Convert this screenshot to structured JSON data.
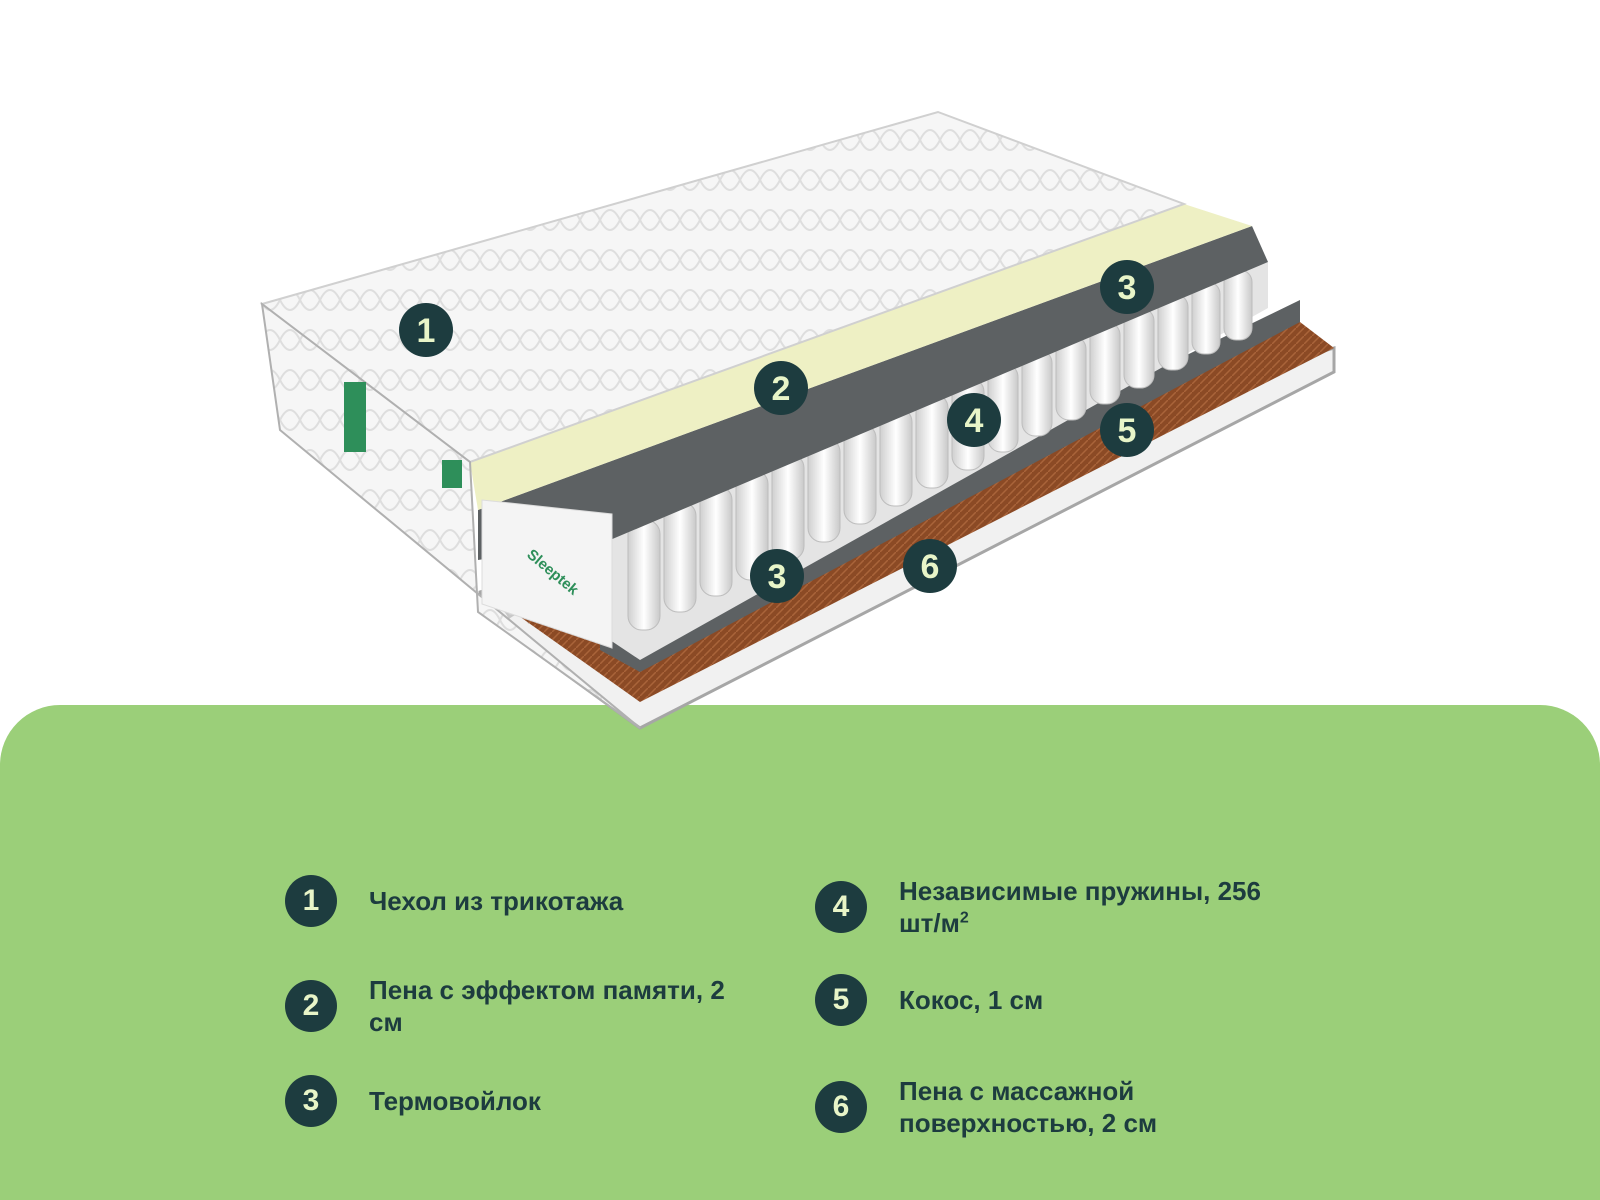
{
  "colors": {
    "badge": "#1d3c3f",
    "badge_text": "#e8f5c8",
    "panel": "#9bcf79",
    "memory_foam": "#eef0c4",
    "felt": "#5d6163",
    "coconut": "#8b4a25"
  },
  "product": {
    "brand": "Sleeptek",
    "markers": [
      "1",
      "2",
      "3",
      "4",
      "5",
      "3",
      "6"
    ]
  },
  "legend": [
    {
      "num": "1",
      "text": "Чехол из трикотажа"
    },
    {
      "num": "2",
      "text": "Пена с эффектом памяти, 2 см"
    },
    {
      "num": "3",
      "text": "Термовойлок"
    },
    {
      "num": "4",
      "text": "Независимые пружины, 256 шт/м",
      "sup": "2"
    },
    {
      "num": "5",
      "text": "Кокос, 1 см"
    },
    {
      "num": "6",
      "text": "Пена с массажной поверхностью, 2 см"
    }
  ]
}
